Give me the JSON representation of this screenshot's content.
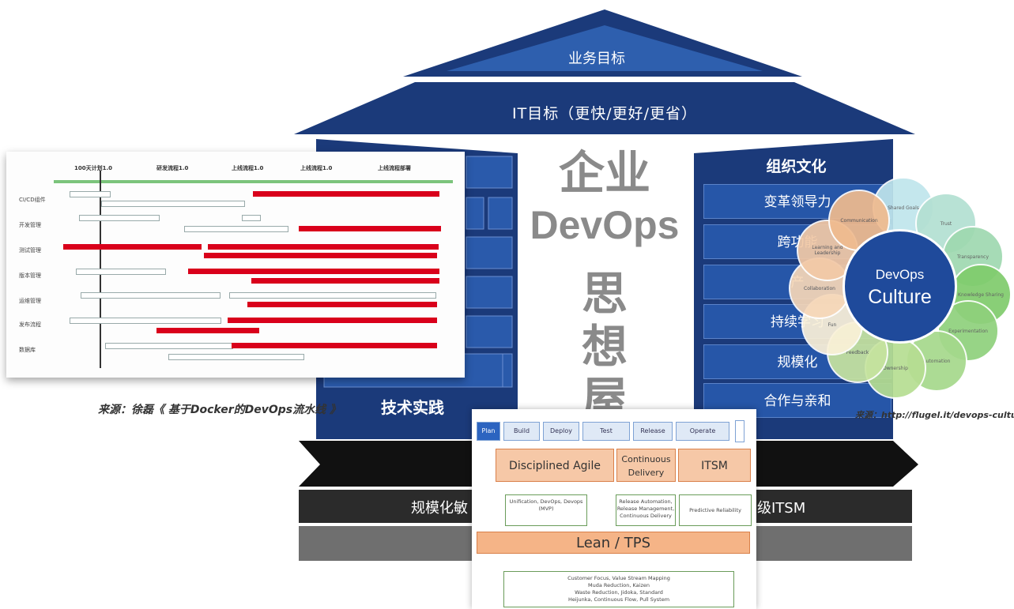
{
  "house": {
    "roof_top": "业务目标",
    "roof_band": "IT目标（更快/更好/更省）",
    "center_title_line1": "企业",
    "center_title_line2": "DevOps",
    "center_title_chars": [
      "思",
      "想",
      "屋"
    ],
    "left_pillar_label": "技术实践",
    "right_pillar_title": "组织文化",
    "right_pillar_items": [
      "变革领导力",
      "跨功能",
      "产",
      "持续学习",
      "规模化",
      "合作与亲和"
    ],
    "bottom_bar_left": "规模化敏",
    "bottom_bar_right": "级ITSM"
  },
  "sources": {
    "left": "来源：徐磊《 基于Docker的DevOps流水线 》",
    "right": "来源：http://flugel.it/devops-cultu"
  },
  "timeline": {
    "headers": [
      "100天计划1.0",
      "研发流程1.0",
      "上线流程1.0",
      "上线流程1.0",
      "上线流程部署"
    ],
    "rows": [
      "CI/CD组件",
      "开发管理",
      "测试管理",
      "版本管理",
      "运维管理",
      "发布流程",
      "数据库"
    ]
  },
  "culture": {
    "center_line1": "DevOps",
    "center_line2": "Culture",
    "petals": [
      "Communication",
      "Shared Goals",
      "Trust",
      "Transparency",
      "Knowledge Sharing",
      "Experimentation",
      "Automation",
      "Ownership",
      "Feedback",
      "Fun",
      "Collaboration",
      "Learning and Leadership"
    ]
  },
  "lean": {
    "stages": [
      "Plan",
      "Build",
      "Deploy",
      "Test",
      "Release",
      "Operate"
    ],
    "top_boxes": [
      "Disciplined Agile",
      "Continuous Delivery",
      "ITSM"
    ],
    "mid_boxes": [
      "Unification, DevOps, Devops (MVP)",
      "Release Automation, Release Management, Continuous Delivery",
      "Predictive Reliability"
    ],
    "base": "Lean / TPS",
    "foot_text": [
      "Customer Focus, Value Stream Mapping",
      "Muda Reduction, Kaizen",
      "Waste Reduction, Jidoka, Standard",
      "Heijunka, Continuous Flow, Pull System"
    ]
  },
  "colors": {
    "navy": "#1b3a7a",
    "blue": "#2656a8",
    "dark_bar": "#222222",
    "grey_bar": "#6f6f6f",
    "red": "#d9001b",
    "orange": "#f6c8a7"
  }
}
